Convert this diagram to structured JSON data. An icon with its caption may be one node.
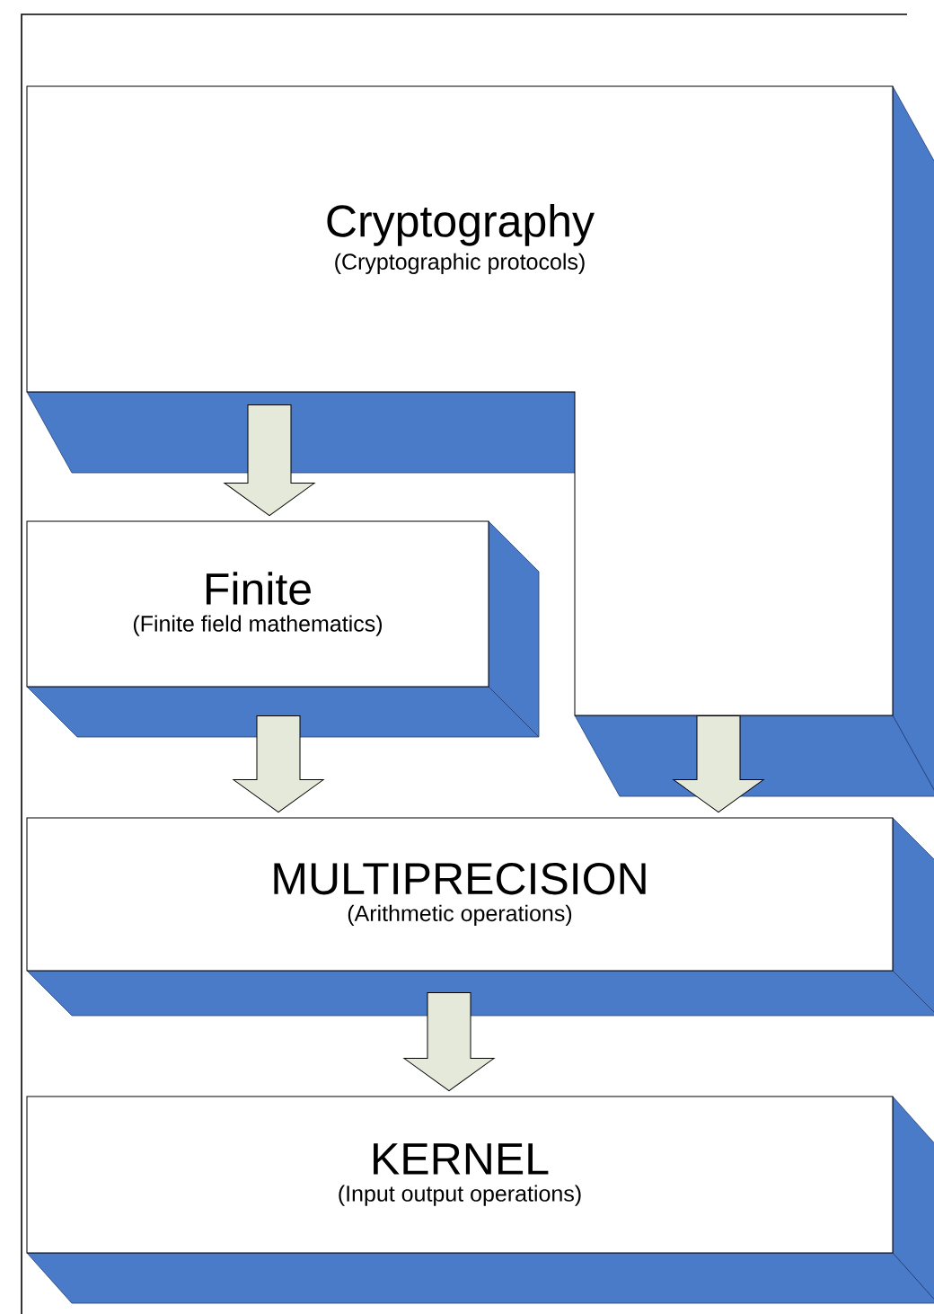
{
  "diagram": {
    "nodes": [
      {
        "text": [
          "Cryptography",
          "(Cryptographic protocols)"
        ]
      },
      {
        "text": [
          "Finite",
          "(Finite field mathematics)"
        ]
      },
      {
        "text": [
          "MULTIPRECISION",
          "(Arithmetic operations)"
        ]
      },
      {
        "text": [
          "KERNEL",
          "(Input output operations)"
        ]
      }
    ],
    "edges": [
      {
        "from": 0,
        "to": 1,
        "arrow": "to"
      },
      {
        "from": 1,
        "to": 2,
        "arrow": "to"
      },
      {
        "from": 0,
        "to": 2,
        "arrow": "to"
      },
      {
        "from": 2,
        "to": 3,
        "arrow": "to"
      }
    ]
  }
}
